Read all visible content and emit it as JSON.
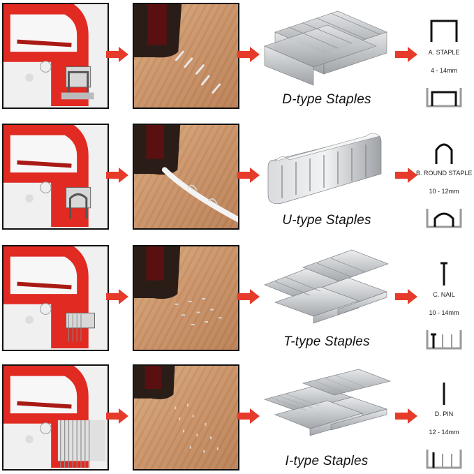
{
  "colors": {
    "arrow": "#e63b2b",
    "gun_red": "#e02a22",
    "steel": "#b9bcc0",
    "frame": "#111111"
  },
  "rows": [
    {
      "type_label": "D-type Staples",
      "name": "A. STAPLE",
      "size": "4 - 14mm",
      "shape": "flat-staple"
    },
    {
      "type_label": "U-type Staples",
      "name": "B. ROUND STAPLE",
      "size": "10 - 12mm",
      "shape": "round-staple"
    },
    {
      "type_label": "T-type Staples",
      "name": "C. NAIL",
      "size": "10 - 14mm",
      "shape": "nail"
    },
    {
      "type_label": "I-type Staples",
      "name": "D. PIN",
      "size": "12 - 14mm",
      "shape": "pin"
    }
  ]
}
